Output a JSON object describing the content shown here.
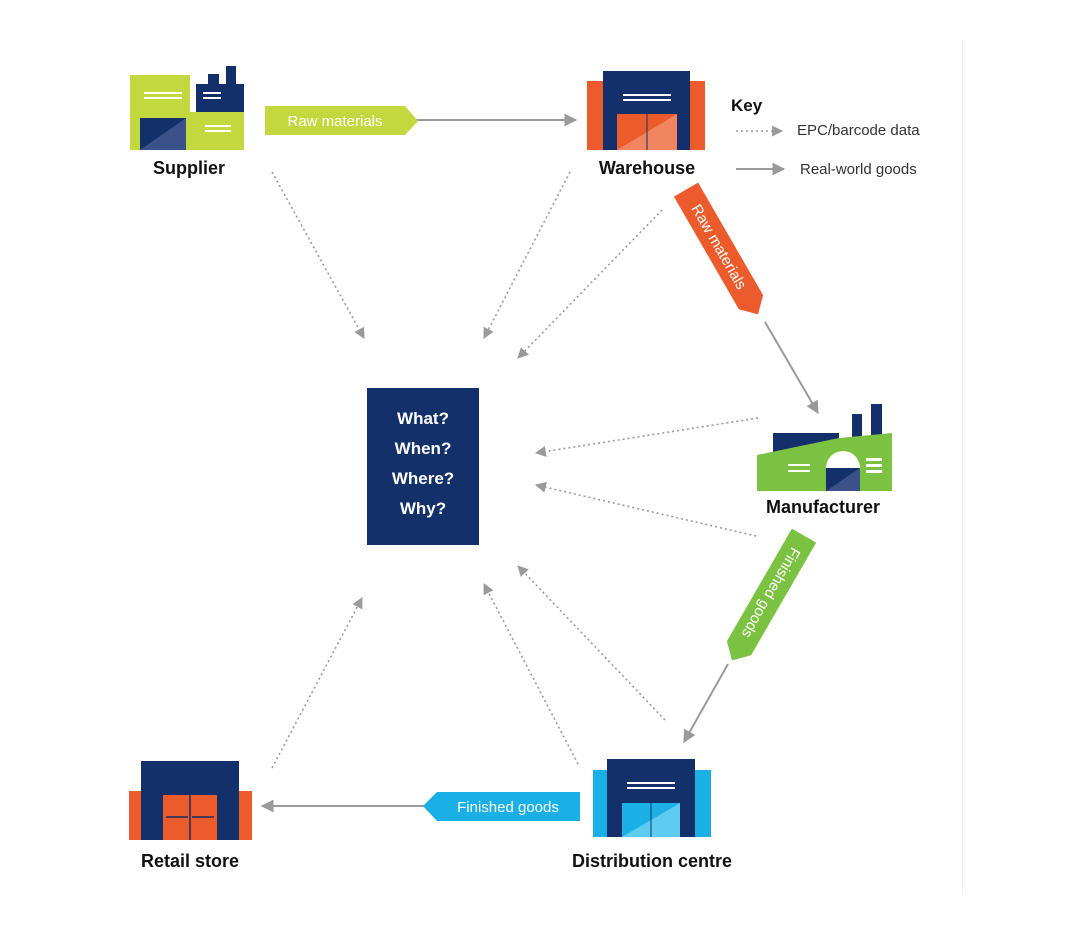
{
  "nodes": {
    "supplier": "Supplier",
    "warehouse": "Warehouse",
    "manufacturer": "Manufacturer",
    "distribution_centre": "Distribution centre",
    "retail_store": "Retail store"
  },
  "flows": {
    "supplier_to_warehouse": "Raw materials",
    "warehouse_to_manufacturer": "Raw materials",
    "manufacturer_to_distribution": "Finished goods",
    "distribution_to_retail": "Finished goods"
  },
  "questions": [
    "What?",
    "When?",
    "Where?",
    "Why?"
  ],
  "key": {
    "title": "Key",
    "epc": "EPC/barcode data",
    "goods": "Real-world goods"
  },
  "colors": {
    "navy": "#14306a",
    "orange": "#ec5b2b",
    "lime": "#c3d83e",
    "green": "#7cc242",
    "cyan": "#1ab0e6",
    "arrow_gray": "#9a9a9a"
  }
}
